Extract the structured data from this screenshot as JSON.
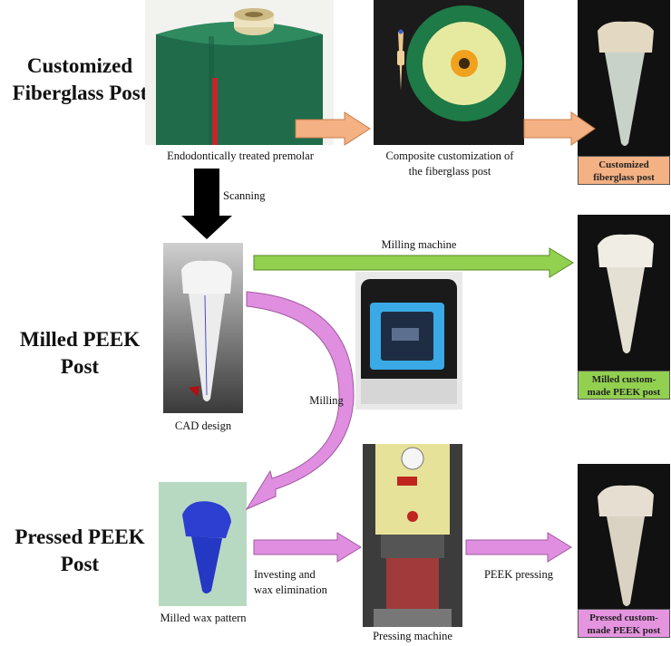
{
  "rows": {
    "fiberglass": [
      "Customized",
      "Fiberglass Post"
    ],
    "milled": [
      "Milled PEEK",
      "Post"
    ],
    "pressed": [
      "Pressed PEEK",
      "Post"
    ]
  },
  "captions": {
    "premolar": "Endodontically treated premolar",
    "composite": [
      "Composite customization of",
      "the fiberglass post"
    ],
    "scanning": "Scanning",
    "milling_machine": "Milling machine",
    "milling": "Milling",
    "cad": "CAD design",
    "wax": "Milled wax pattern",
    "investing": [
      "Investing and",
      "wax elimination"
    ],
    "pressing": "PEEK pressing",
    "pressing_machine": "Pressing machine"
  },
  "badges": {
    "fiberglass": [
      "Customized",
      "fiberglass post"
    ],
    "milled": [
      "Milled custom-",
      "made PEEK post"
    ],
    "pressed": [
      "Pressed custom-",
      "made PEEK post"
    ]
  },
  "colors": {
    "orange": "#f4b183",
    "green": "#92d050",
    "pink": "#e08fe0",
    "badge_orange": "#f4b183",
    "badge_green": "#92d050",
    "badge_pink": "#e594e0"
  }
}
